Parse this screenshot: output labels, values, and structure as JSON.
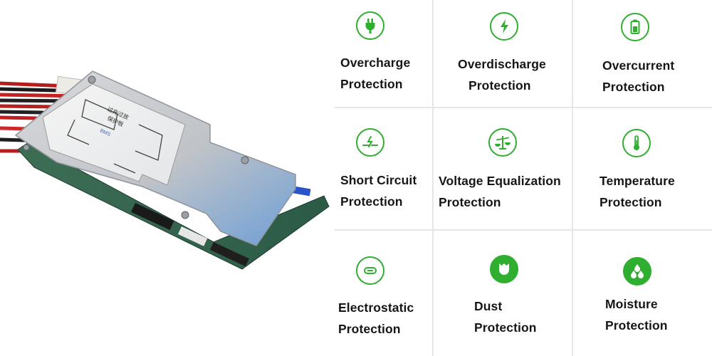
{
  "accent_color": "#2fae2f",
  "product": {
    "board_text": [
      "过充过放",
      "保护板",
      "BMS"
    ]
  },
  "features": [
    {
      "id": "overcharge",
      "icon": "plug-icon",
      "line1": "Overcharge",
      "line2": "Protection"
    },
    {
      "id": "overdischarge",
      "icon": "lightning-bolt-icon",
      "line1": "Overdischarge",
      "line2": "Protection"
    },
    {
      "id": "overcurrent",
      "icon": "battery-icon",
      "line1": "Overcurrent",
      "line2": "Protection"
    },
    {
      "id": "short-circuit",
      "icon": "short-circuit-icon",
      "line1": "Short Circuit",
      "line2": "Protection"
    },
    {
      "id": "voltage-equalization",
      "icon": "balance-scale-icon",
      "line1": "Voltage Equalization",
      "line2": "Protection"
    },
    {
      "id": "temperature",
      "icon": "thermometer-icon",
      "line1": "Temperature",
      "line2": "Protection"
    },
    {
      "id": "electrostatic",
      "icon": "electrostatic-icon",
      "line1": "Electrostatic",
      "line2": "Protection"
    },
    {
      "id": "dust",
      "icon": "shield-icon",
      "line1": "Dust",
      "line2": "Protection"
    },
    {
      "id": "moisture",
      "icon": "water-drops-icon",
      "line1": "Moisture",
      "line2": "Protection"
    }
  ]
}
